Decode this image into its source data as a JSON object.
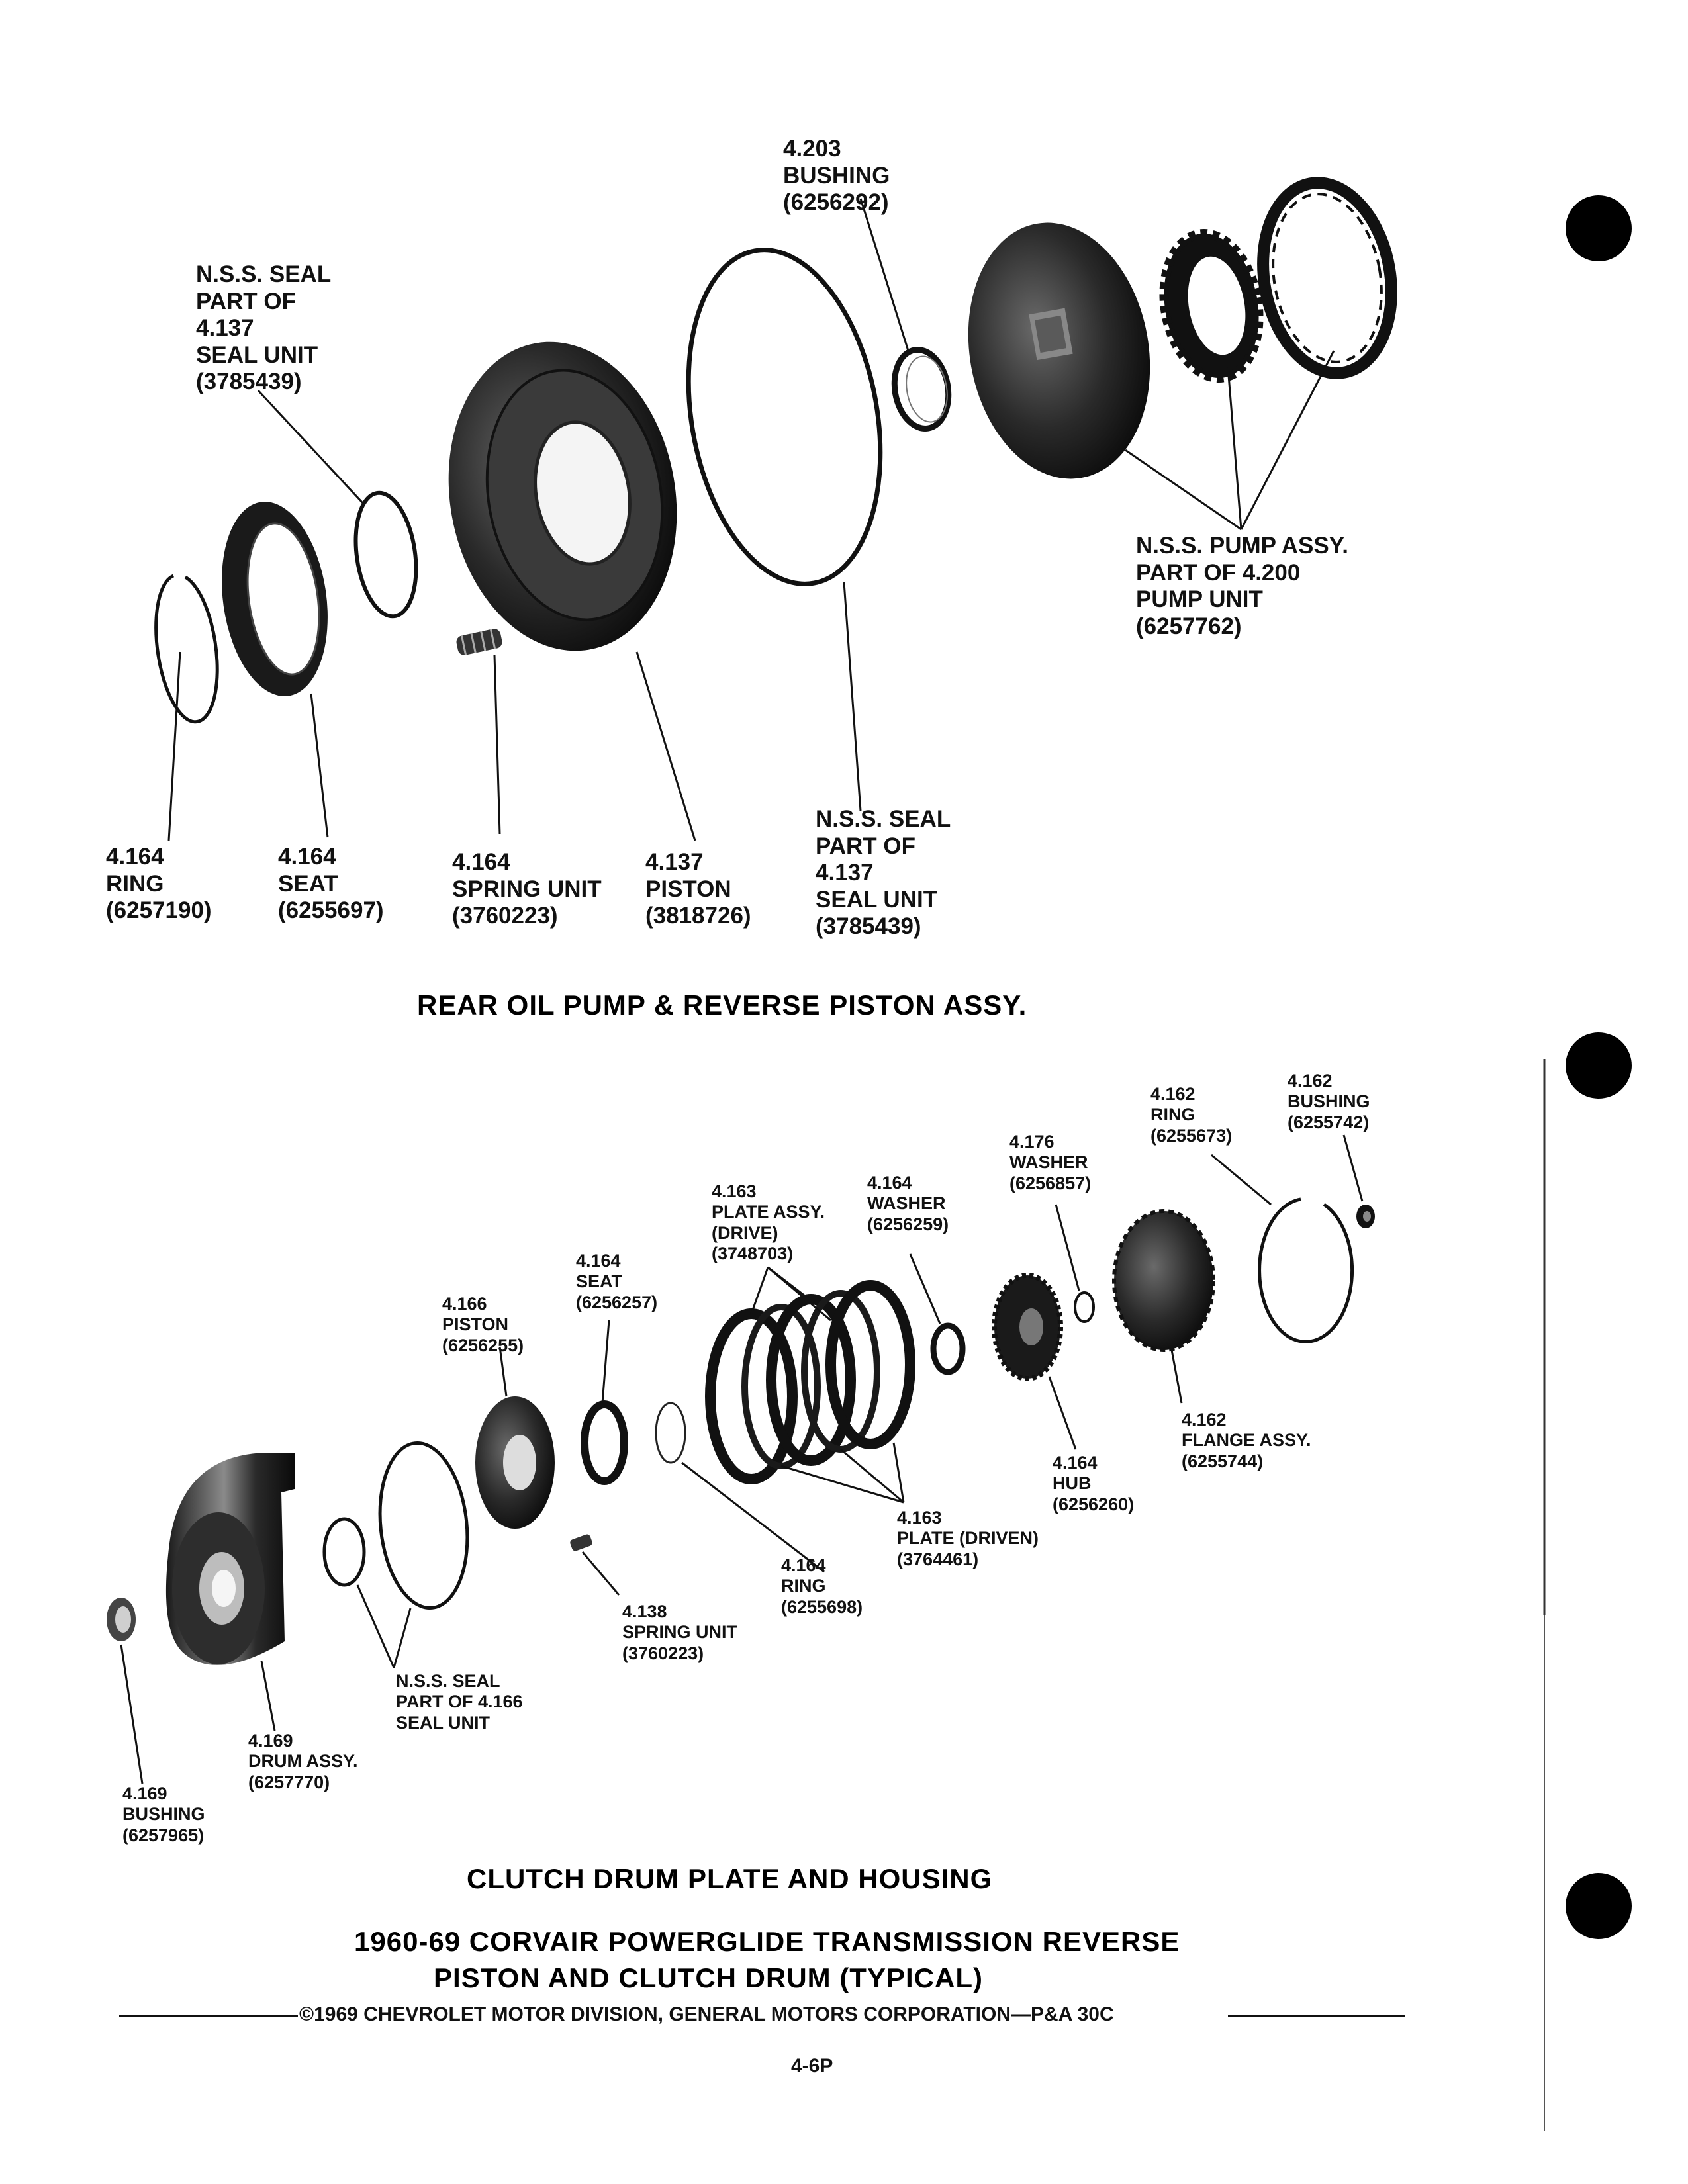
{
  "page": {
    "section1_title": "REAR OIL PUMP & REVERSE PISTON ASSY.",
    "section2_title": "CLUTCH DRUM PLATE AND HOUSING",
    "main_title_line1": "1960-69 CORVAIR POWERGLIDE TRANSMISSION REVERSE",
    "main_title_line2": "PISTON AND CLUTCH DRUM (TYPICAL)",
    "copyright": "©1969 CHEVROLET MOTOR DIVISION, GENERAL MOTORS CORPORATION—P&A 30C",
    "page_number": "4-6P"
  },
  "top_labels": {
    "bushing_4203": [
      "4.203",
      "BUSHING",
      "(6256292)"
    ],
    "nss_seal_left": [
      "N.S.S. SEAL",
      "PART OF",
      "4.137",
      "SEAL UNIT",
      "(3785439)"
    ],
    "nss_pump": [
      "N.S.S. PUMP ASSY.",
      "PART OF 4.200",
      "PUMP UNIT",
      "(6257762)"
    ],
    "ring_4164": [
      "4.164",
      "RING",
      "(6257190)"
    ],
    "seat_4164": [
      "4.164",
      "SEAT",
      "(6255697)"
    ],
    "spring_4164": [
      "4.164",
      "SPRING UNIT",
      "(3760223)"
    ],
    "piston_4137": [
      "4.137",
      "PISTON",
      "(3818726)"
    ],
    "nss_seal_right": [
      "N.S.S. SEAL",
      "PART OF",
      "4.137",
      "SEAL UNIT",
      "(3785439)"
    ]
  },
  "bottom_labels": {
    "ring_4162": [
      "4.162",
      "RING",
      "(6255673)"
    ],
    "bushing_4162": [
      "4.162",
      "BUSHING",
      "(6255742)"
    ],
    "washer_4176": [
      "4.176",
      "WASHER",
      "(6256857)"
    ],
    "washer_4164": [
      "4.164",
      "WASHER",
      "(6256259)"
    ],
    "plate_drive": [
      "4.163",
      "PLATE ASSY.",
      "(DRIVE)",
      "(3748703)"
    ],
    "seat_4164b": [
      "4.164",
      "SEAT",
      "(6256257)"
    ],
    "piston_4166": [
      "4.166",
      "PISTON",
      "(6256255)"
    ],
    "flange_4162": [
      "4.162",
      "FLANGE ASSY.",
      "(6255744)"
    ],
    "hub_4164": [
      "4.164",
      "HUB",
      "(6256260)"
    ],
    "plate_driven": [
      "4.163",
      "PLATE (DRIVEN)",
      "(3764461)"
    ],
    "ring_4164b": [
      "4.164",
      "RING",
      "(6255698)"
    ],
    "spring_4138": [
      "4.138",
      "SPRING UNIT",
      "(3760223)"
    ],
    "nss_seal_4166": [
      "N.S.S. SEAL",
      "PART OF 4.166",
      "SEAL UNIT"
    ],
    "drum_4169": [
      "4.169",
      "DRUM ASSY.",
      "(6257770)"
    ],
    "bushing_4169": [
      "4.169",
      "BUSHING",
      "(6257965)"
    ]
  }
}
